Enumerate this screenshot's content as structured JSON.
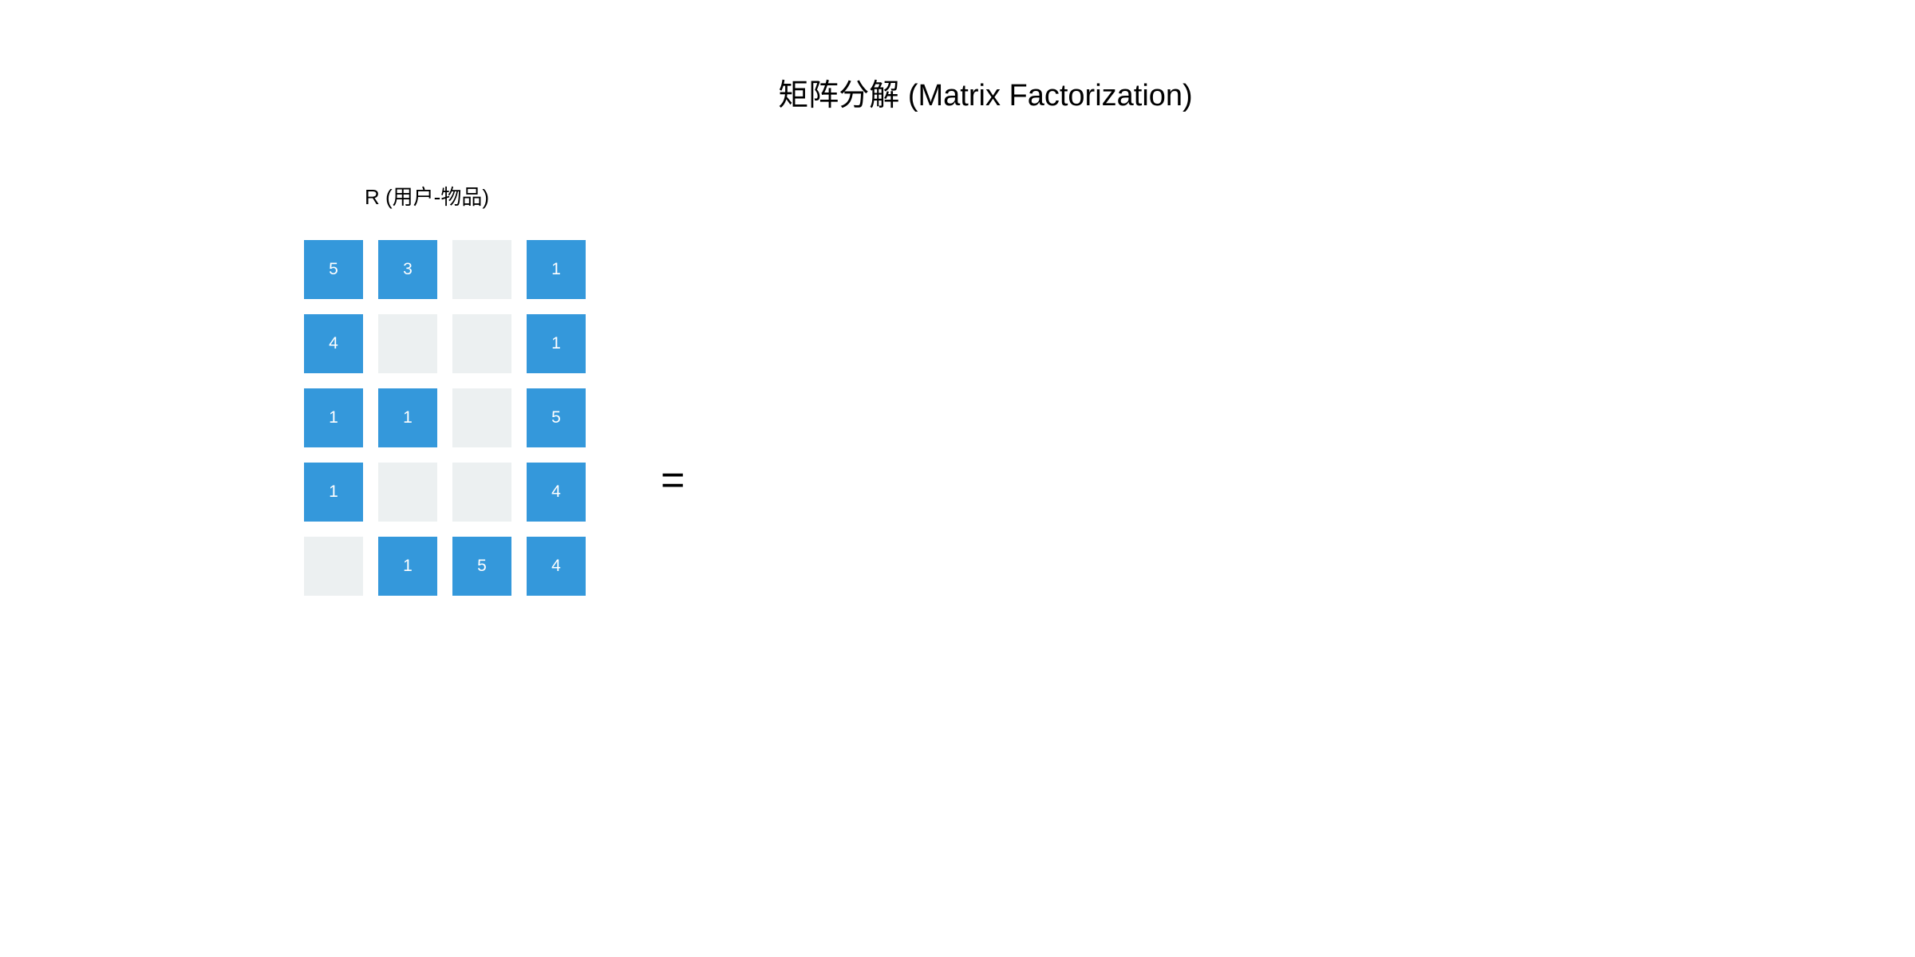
{
  "title": "矩阵分解 (Matrix Factorization)",
  "matrix_label": "R (用户-物品)",
  "operator": "=",
  "colors": {
    "filled": "#3498db",
    "empty": "#ecf0f1"
  },
  "matrix": [
    [
      "5",
      "3",
      "",
      "1"
    ],
    [
      "4",
      "",
      "",
      "1"
    ],
    [
      "1",
      "1",
      "",
      "5"
    ],
    [
      "1",
      "",
      "",
      "4"
    ],
    [
      "",
      "1",
      "5",
      "4"
    ]
  ]
}
